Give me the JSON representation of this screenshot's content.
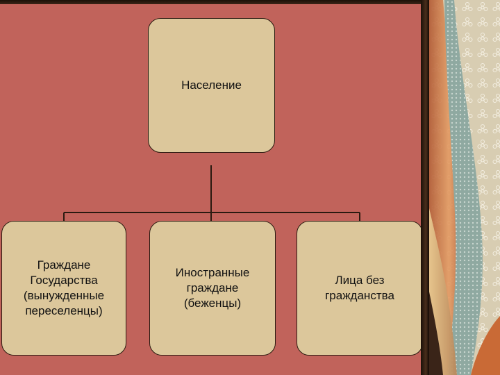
{
  "diagram": {
    "root": {
      "label": "Население"
    },
    "children": [
      {
        "label": "Граждане\nГосударства\n(вынужденные\nпереселенцы)"
      },
      {
        "label": "Иностранные\nграждане\n(беженцы)"
      },
      {
        "label": "Лица без\nгражданства"
      }
    ]
  },
  "colors": {
    "slide_background": "#c1635b",
    "node_fill": "#dcc79b",
    "node_border": "#2a1a10",
    "connector": "#2a1a10"
  }
}
